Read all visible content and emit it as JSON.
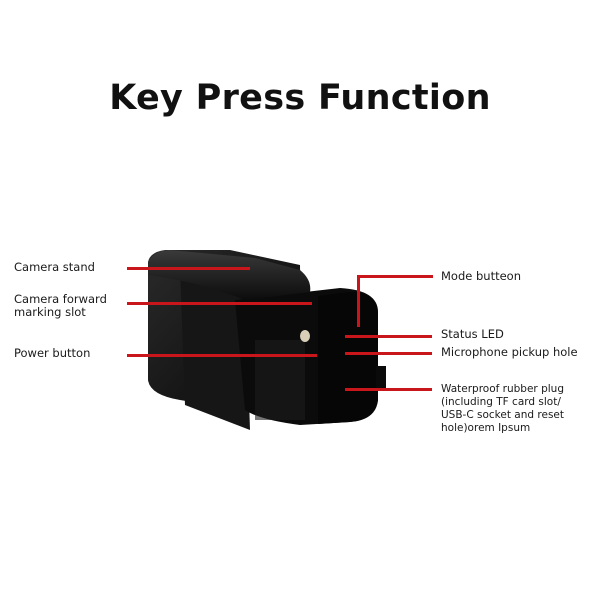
{
  "title": "Key Press Function",
  "accent_color": "#c8161b",
  "device": {
    "name": "camera-device",
    "body_color": "#111111"
  },
  "labels_left": [
    {
      "id": "camera-stand",
      "text": "Camera stand"
    },
    {
      "id": "camera-forward-marking-slot",
      "line1": "Camera forward",
      "line2": "marking slot"
    },
    {
      "id": "power-button",
      "text": "Power button"
    }
  ],
  "labels_right": [
    {
      "id": "mode-button",
      "text": "Mode butteon"
    },
    {
      "id": "status-led",
      "text": "Status LED"
    },
    {
      "id": "microphone-pickup-hole",
      "text": "Microphone pickup hole"
    },
    {
      "id": "waterproof-rubber-plug",
      "line1": "Waterproof rubber plug",
      "line2": "(including TF card slot/",
      "line3": "USB-C socket and reset",
      "line4": "hole)orem Ipsum"
    }
  ]
}
